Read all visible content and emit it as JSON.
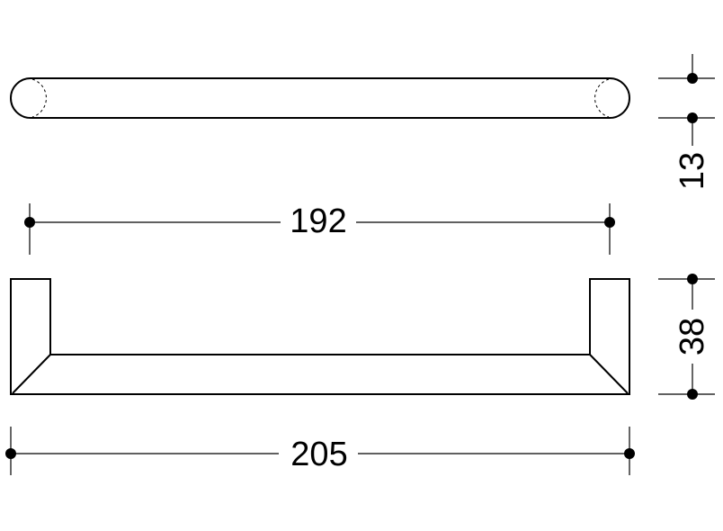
{
  "dimensions": {
    "inner_length": "192",
    "overall_length": "205",
    "diameter": "13",
    "height": "38"
  },
  "colors": {
    "line": "#000000",
    "background": "#ffffff"
  }
}
